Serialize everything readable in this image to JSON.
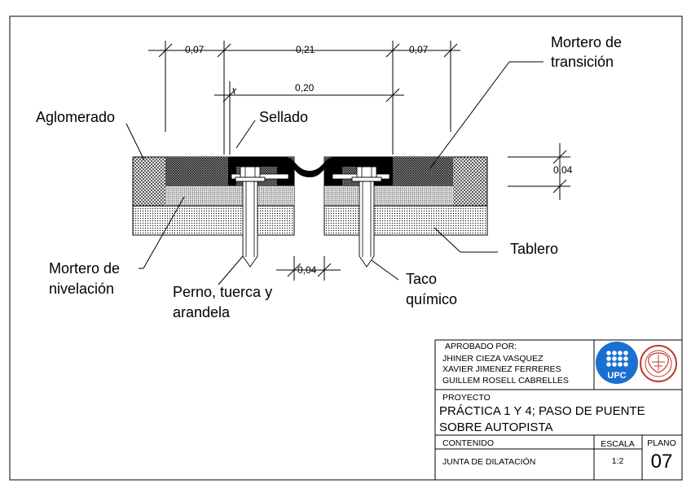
{
  "labels": {
    "mortero_transicion_1": "Mortero de",
    "mortero_transicion_2": "transición",
    "aglomerado": "Aglomerado",
    "sellado": "Sellado",
    "mortero_nivelacion_1": "Mortero de",
    "mortero_nivelacion_2": "nivelación",
    "perno_1": "Perno, tuerca y",
    "perno_2": "arandela",
    "taco_1": "Taco",
    "taco_2": "químico",
    "tablero": "Tablero"
  },
  "dimensions": {
    "left": "0,07",
    "middle": "0,21",
    "right": "0,07",
    "inner": "0,20",
    "thickness": "0,04",
    "gap": "0,04"
  },
  "title_block": {
    "approved_header": "APROBADO POR:",
    "approvers": [
      "JHINER CIEZA VASQUEZ",
      "XAVIER JIMENEZ FERRERES",
      "GUILLEM ROSELL CABRELLES"
    ],
    "upc_logo": "UPC",
    "project_header": "PROYECTO",
    "project_line1": "PRÁCTICA 1 Y 4; PASO DE PUENTE",
    "project_line2": "SOBRE AUTOPISTA",
    "content_header": "CONTENIDO",
    "content_value": "JUNTA DE DILATACIÓN",
    "scale_header": "ESCALA",
    "scale_value": "1:2",
    "sheet_header": "PLANO",
    "sheet_value": "07"
  },
  "colors": {
    "upc_blue": "#1a6fd0",
    "seal_red": "#c0392b",
    "ink": "#000000"
  },
  "icons": [
    "upc-logo-icon",
    "university-seal-icon"
  ]
}
